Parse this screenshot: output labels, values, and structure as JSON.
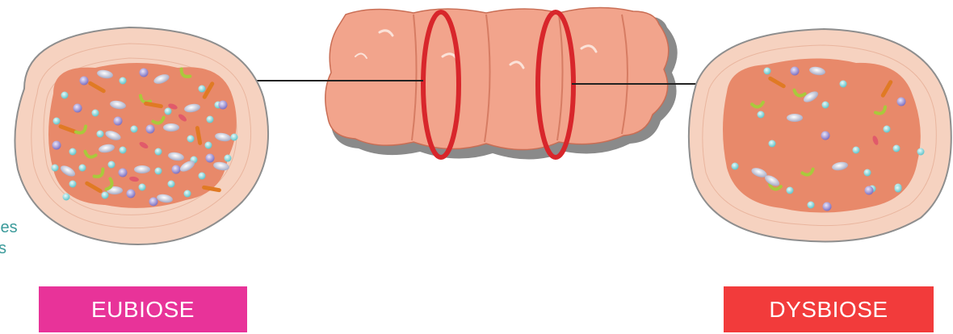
{
  "labels": {
    "eubiose": "EUBIOSE",
    "dysbiose": "DYSBIOSE"
  },
  "cut_text": {
    "line1": "ies",
    "line2": "s"
  },
  "colors": {
    "eubiose_label": "#e83399",
    "dysbiose_label": "#f23b3b",
    "lumen": "#e8896a",
    "wall": "#f6d2c0",
    "wall_stroke": "#8e8e8e",
    "intestine": "#f2a48c",
    "intestine_shadow": "#8a8a8a",
    "ring": "#d8262b",
    "cut_text": "#3a9a9a",
    "bacteria_cyan": "#7fd8dc",
    "bacteria_violet": "#9b8fd0",
    "bacteria_green": "#a9c93c",
    "bacteria_orange": "#e07a24",
    "bacteria_pink": "#e15a6a",
    "bacteria_grey": "#d8dbe8"
  },
  "icons": {
    "left_cross_section": "healthy-gut-cross-section-icon",
    "right_cross_section": "dysbiotic-gut-cross-section-icon",
    "intestine": "intestine-segment-icon"
  }
}
